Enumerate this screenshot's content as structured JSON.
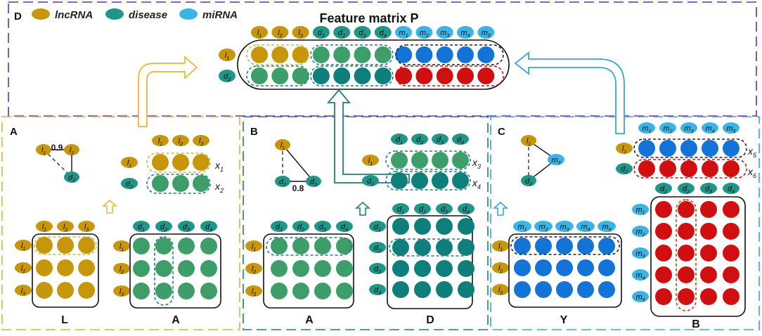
{
  "legend": {
    "panel_letter": "D",
    "items": [
      {
        "label": "lncRNA",
        "color": "#c8960a"
      },
      {
        "label": "disease",
        "color": "#1e9688"
      },
      {
        "label": "miRNA",
        "color": "#3ab4e6"
      }
    ]
  },
  "colors": {
    "lnc": "#c8960a",
    "dis_label": "#1e9688",
    "mi_label": "#3ab4e6",
    "dis_fill_light": "#3d9e6a",
    "dis_fill_dark": "#0e7f7a",
    "mi_fill": "#1473d6",
    "mi_red": "#d01010",
    "box_yellow": "#d2b63a",
    "box_teal": "#1f7f77",
    "box_cyan": "#36a7d6",
    "box_purple": "#6b2ea8"
  },
  "feature_matrix": {
    "title": "Feature matrix P",
    "col_labels": [
      "l1",
      "l2",
      "l3",
      "d1",
      "d2",
      "d3",
      "d4",
      "m1",
      "m2",
      "m3",
      "m4",
      "m5"
    ],
    "row_labels": [
      "l1",
      "d2"
    ]
  },
  "panel_a": {
    "letter": "A",
    "graph": {
      "nodes": [
        "l1",
        "l2",
        "d2"
      ],
      "edge_weight": "0.9"
    },
    "features": {
      "col_labels": [
        "l1",
        "l2",
        "l3"
      ],
      "row_labels": [
        "l1",
        "d2"
      ],
      "vec_labels": [
        "x1",
        "x2"
      ]
    },
    "matrix_l": {
      "name": "L",
      "col_labels": [
        "l1",
        "l2",
        "l3"
      ],
      "row_labels": [
        "l1",
        "l2",
        "l3"
      ]
    },
    "matrix_a": {
      "name": "A",
      "col_labels": [
        "d1",
        "d2",
        "d3",
        "d4"
      ],
      "row_labels": [
        "l1",
        "l2",
        "l3"
      ]
    }
  },
  "panel_b": {
    "letter": "B",
    "graph": {
      "nodes": [
        "l1",
        "d2",
        "d3"
      ],
      "edge_weight": "0.8"
    },
    "features": {
      "col_labels": [
        "d1",
        "d2",
        "d3",
        "d4"
      ],
      "row_labels": [
        "l1",
        "d2"
      ],
      "vec_labels": [
        "x3",
        "x4"
      ]
    },
    "matrix_a": {
      "name": "A",
      "col_labels": [
        "d1",
        "d2",
        "d3",
        "d4"
      ],
      "row_labels": [
        "l1",
        "l2",
        "l3"
      ]
    },
    "matrix_d": {
      "name": "D",
      "col_labels": [
        "d1",
        "d2",
        "d3",
        "d4"
      ],
      "row_labels": [
        "d1",
        "d2",
        "d3",
        "d4"
      ]
    }
  },
  "panel_c": {
    "letter": "C",
    "graph": {
      "nodes": [
        "l1",
        "m3",
        "d2"
      ]
    },
    "features": {
      "col_labels": [
        "m1",
        "m2",
        "m3",
        "m4",
        "m5"
      ],
      "row_labels": [
        "l1",
        "d2"
      ],
      "vec_labels": [
        "x5",
        "x6"
      ]
    },
    "matrix_y": {
      "name": "Y",
      "col_labels": [
        "m1",
        "m2",
        "m3",
        "m4",
        "m5"
      ],
      "row_labels": [
        "l1",
        "l2",
        "l3"
      ]
    },
    "matrix_b": {
      "name": "B",
      "col_labels": [
        "d1",
        "d2",
        "d3",
        "d4"
      ],
      "row_labels": [
        "m1",
        "m2",
        "m3",
        "m4",
        "m5"
      ]
    }
  }
}
